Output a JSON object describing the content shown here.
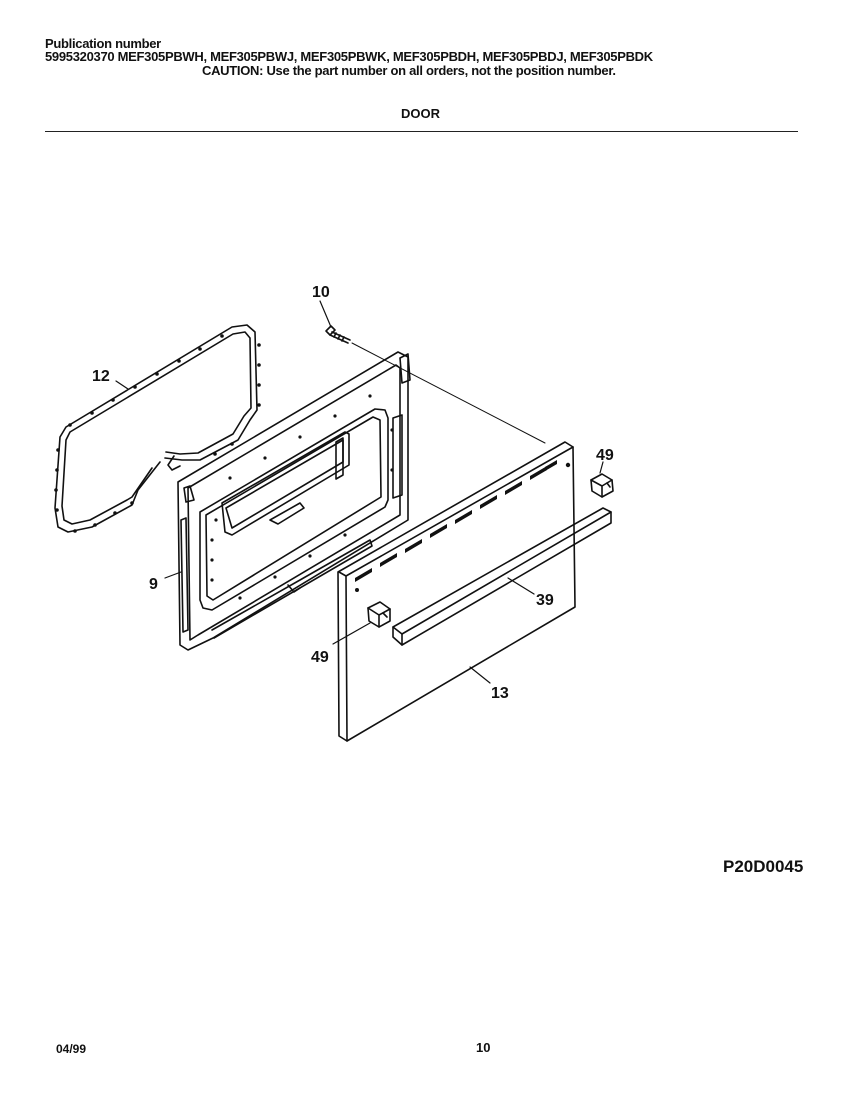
{
  "header": {
    "publication_label": "Publication number",
    "models_line": "5995320370 MEF305PBWH, MEF305PBWJ, MEF305PBWK, MEF305PBDH, MEF305PBDJ, MEF305PBDK",
    "caution": "CAUTION:  Use the part number on all orders, not the position number.",
    "section_title": "DOOR"
  },
  "callouts": {
    "p10": "10",
    "p12": "12",
    "p9": "9",
    "p49_top": "49",
    "p39": "39",
    "p49_bottom": "49",
    "p13": "13"
  },
  "footer": {
    "figure_code": "P20D0045",
    "date": "04/99",
    "page_number": "10"
  }
}
